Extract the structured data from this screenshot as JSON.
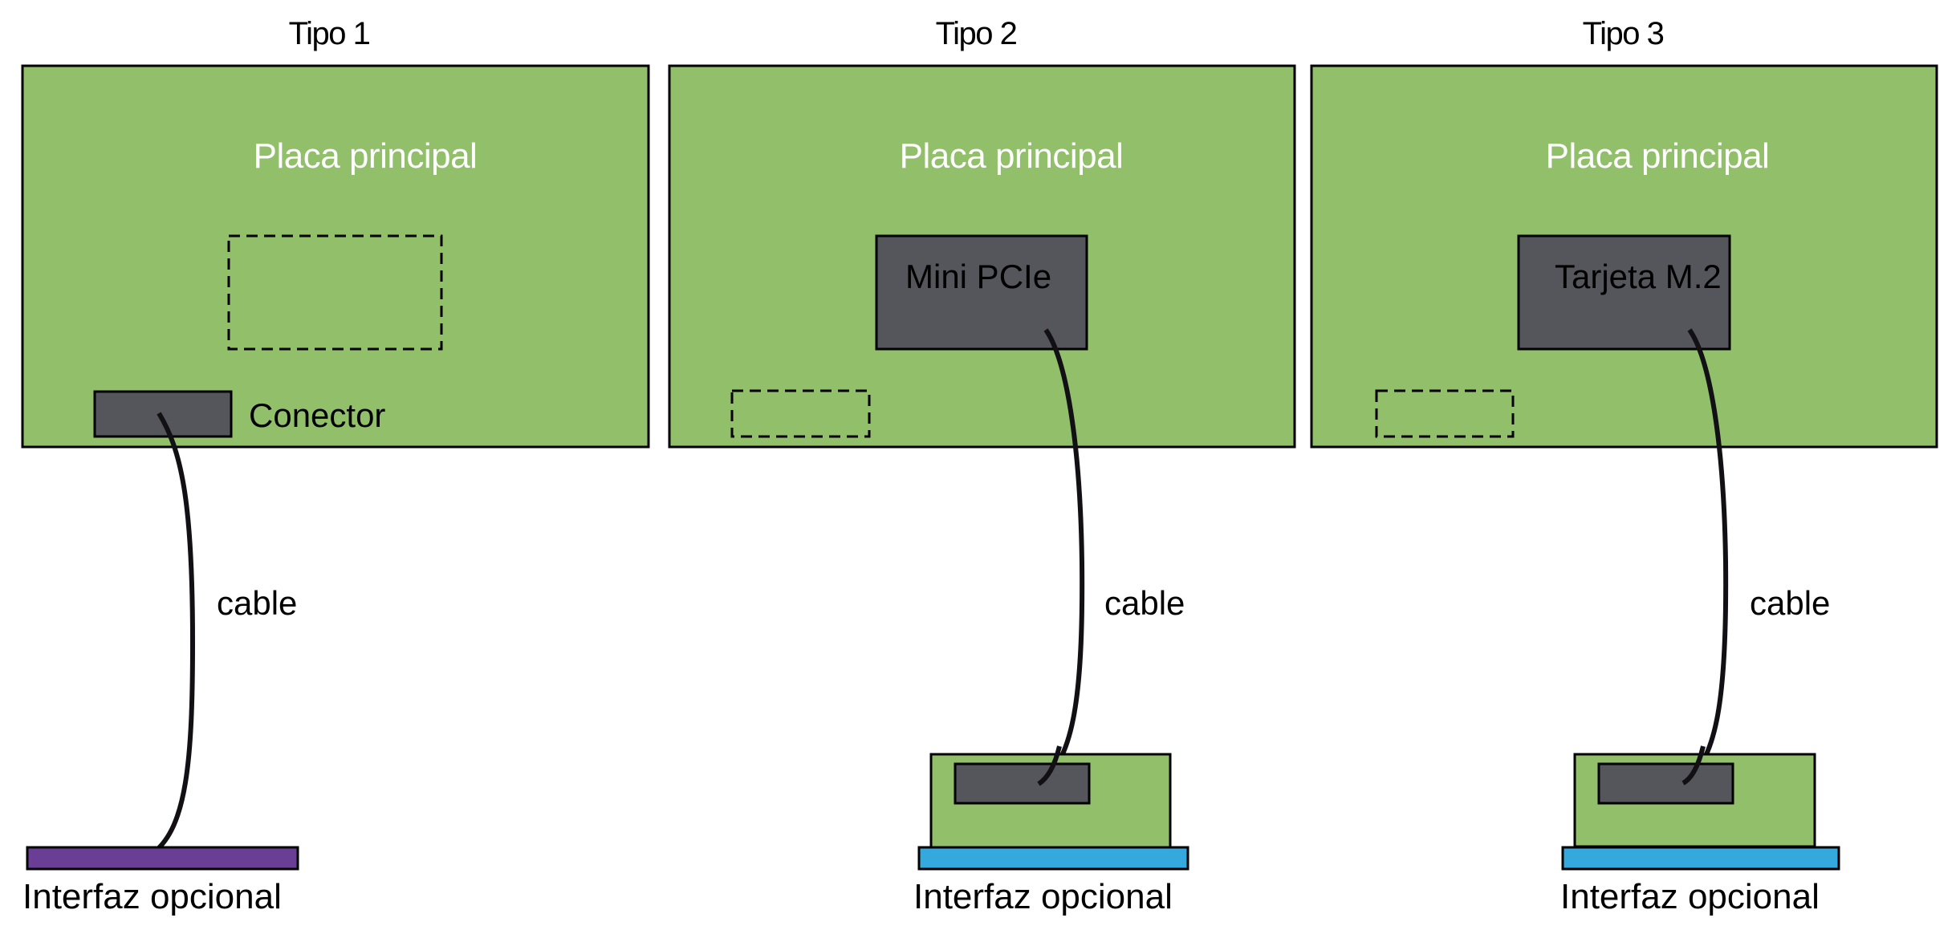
{
  "diagram": {
    "colors": {
      "board": "#92c06a",
      "chip": "#55565b",
      "interface_type1": "#6b3e96",
      "interface_type2": "#35a8de",
      "interface_type3": "#35a8de",
      "cable": "#121014",
      "board_label": "#ffffff",
      "text": "#000000"
    },
    "types": [
      {
        "title": "Tipo 1",
        "board_label": "Placa principal",
        "slot": "empty (dashed outline)",
        "chip_label": "",
        "connector_label": "Conector",
        "cable_label": "cable",
        "interface_label": "Interfaz opcional",
        "interface_has_adapter_board": false
      },
      {
        "title": "Tipo 2",
        "board_label": "Placa principal",
        "slot": "empty connector (dashed outline)",
        "chip_label": "Mini PCIe",
        "connector_label": "",
        "cable_label": "cable",
        "interface_label": "Interfaz opcional",
        "interface_has_adapter_board": true
      },
      {
        "title": "Tipo 3",
        "board_label": "Placa principal",
        "slot": "empty connector (dashed outline)",
        "chip_label": "Tarjeta M.2",
        "connector_label": "",
        "cable_label": "cable",
        "interface_label": "Interfaz opcional",
        "interface_has_adapter_board": true
      }
    ]
  }
}
